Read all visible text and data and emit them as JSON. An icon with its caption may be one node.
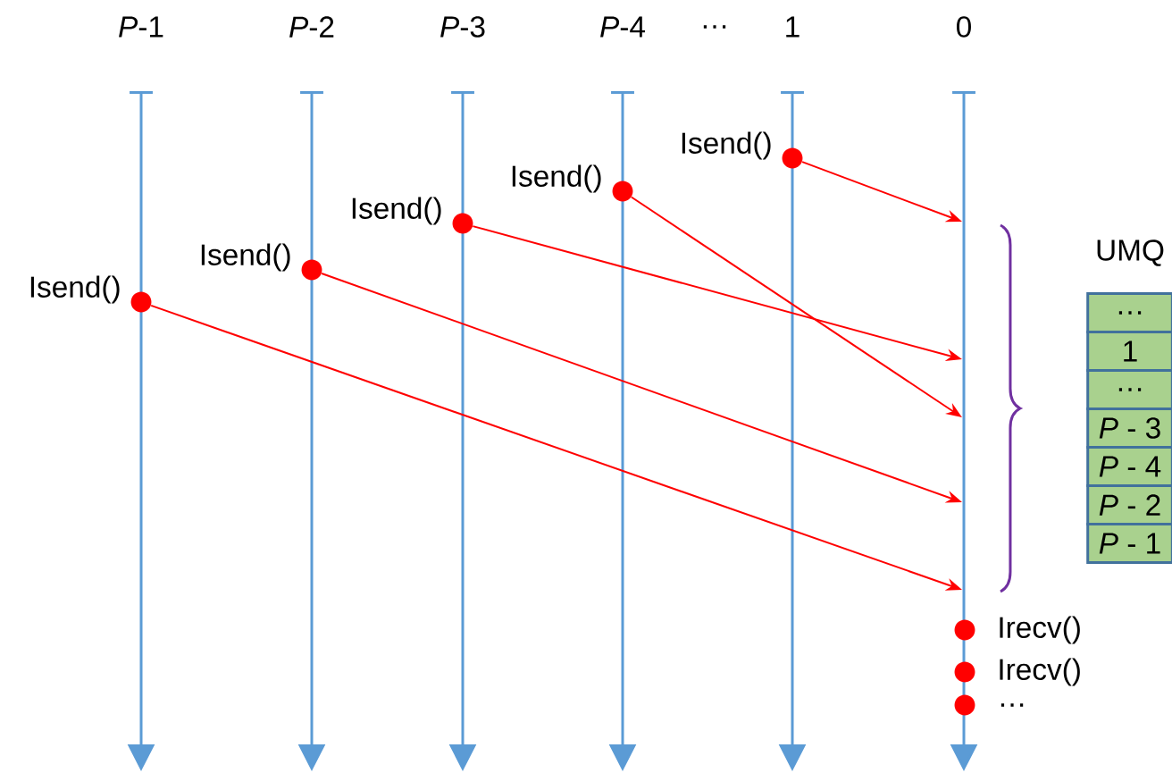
{
  "diagram": {
    "nodes": [
      {
        "text": [],
        "shape": "circle",
        "beside": [
          "Isend()"
        ]
      },
      {
        "text": [],
        "shape": "circle",
        "beside": [
          "Isend()"
        ]
      },
      {
        "text": [],
        "shape": "circle",
        "beside": [
          "Isend()"
        ]
      },
      {
        "text": [],
        "shape": "circle",
        "beside": [
          "Isend()"
        ]
      },
      {
        "text": [],
        "shape": "circle",
        "beside": [
          "Isend()"
        ]
      },
      {
        "text": [
          "…"
        ]
      },
      {
        "text": [
          "1"
        ]
      },
      {
        "text": [
          "…"
        ]
      },
      {
        "text": [
          "*P* - 3"
        ]
      },
      {
        "text": [
          "*P* - 4"
        ]
      },
      {
        "text": [
          "*P* - 2"
        ]
      },
      {
        "text": [
          "*P* - 1"
        ]
      },
      {
        "text": [],
        "shape": "circle",
        "beside": [
          "Irecv()"
        ]
      },
      {
        "text": [],
        "shape": "circle",
        "beside": [
          "Irecv()"
        ]
      },
      {
        "text": [],
        "shape": "circle",
        "beside": [
          "…"
        ]
      }
    ],
    "edges": [
      {
        "from": 4,
        "to": null,
        "arrow": "to"
      },
      {
        "from": 2,
        "to": null,
        "arrow": "to"
      },
      {
        "from": 3,
        "to": null,
        "arrow": "to"
      },
      {
        "from": 1,
        "to": null,
        "arrow": "to"
      },
      {
        "from": 0,
        "to": null,
        "arrow": "to"
      }
    ],
    "labels": [
      "*P*-1",
      "*P*-2",
      "*P*-3",
      "*P*-4",
      "…",
      "1",
      "0",
      "UMQ"
    ]
  }
}
